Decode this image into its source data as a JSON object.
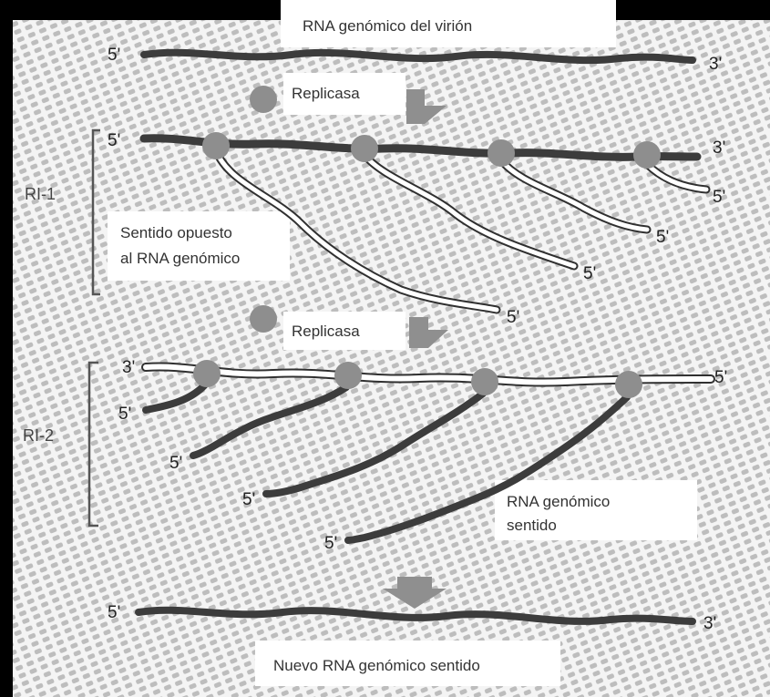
{
  "title": "RNA genómico del virión",
  "step1_label": "Replicasa",
  "step2_label": "Replicasa",
  "ri1_label": "RI-1",
  "ri2_label": "RI-2",
  "opposite_sense_lines": [
    "Sentido opuesto",
    "al RNA genómico"
  ],
  "sense_lines": [
    "RNA genómico",
    "sentido"
  ],
  "bottom_label": "Nuevo RNA genómico sentido",
  "end_labels": {
    "five_prime": "5'",
    "three_prime": "3'"
  },
  "colors": {
    "frame": "#000000",
    "background": "#f4f4f4",
    "pattern_dot": "#bdbdbd",
    "sense_strand": "#3c3c3c",
    "antisense_fill": "#ffffff",
    "antisense_outline": "#303030",
    "replicase": "#8e8e8e",
    "arrow": "#8f8f8f"
  }
}
